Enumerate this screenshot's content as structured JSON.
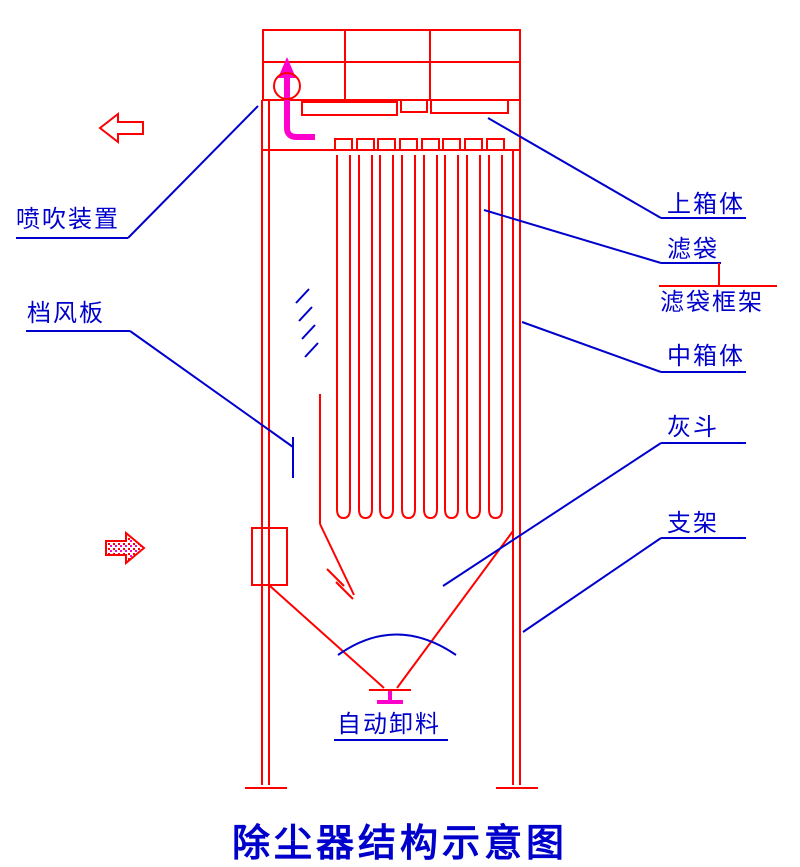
{
  "title": "除尘器结构示意图",
  "colors": {
    "line-red": "#ff0000",
    "pulse-magenta": "#ff00cc",
    "label-blue": "#0000cc"
  },
  "icons": {
    "outlet_arrow": "hollow-left-arrow",
    "inlet_arrow": "hatched-right-arrow",
    "pulse_arrow": "up-arrow"
  },
  "labels": {
    "blow_device": "喷吹装置",
    "baffle_plate": "档风板",
    "upper_box": "上箱体",
    "filter_bag": "滤袋",
    "bag_cage": "滤袋框架",
    "middle_box": "中箱体",
    "ash_hopper": "灰斗",
    "support_frame": "支架",
    "auto_discharge": "自动卸料"
  }
}
